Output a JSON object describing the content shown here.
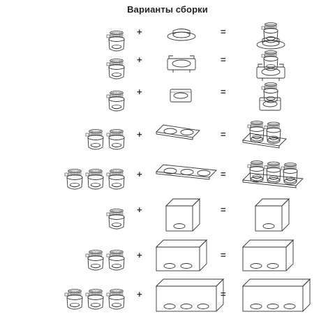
{
  "title": "Варианты сборки",
  "rows": [
    {
      "modules": 1,
      "frame": "round-ring",
      "plus": "+",
      "equals": "="
    },
    {
      "modules": 1,
      "frame": "square-plate-clips",
      "plus": "+",
      "equals": "="
    },
    {
      "modules": 1,
      "frame": "square-flat",
      "plus": "+",
      "equals": "="
    },
    {
      "modules": 2,
      "frame": "double-plate",
      "plus": "+",
      "equals": "="
    },
    {
      "modules": 3,
      "frame": "triple-plate",
      "plus": "+",
      "equals": "="
    },
    {
      "modules": 1,
      "frame": "surface-box",
      "plus": "+",
      "equals": "="
    },
    {
      "modules": 2,
      "frame": "surface-box-double",
      "plus": "+",
      "equals": "="
    },
    {
      "modules": 3,
      "frame": "surface-box-triple",
      "plus": "+",
      "equals": "="
    }
  ]
}
